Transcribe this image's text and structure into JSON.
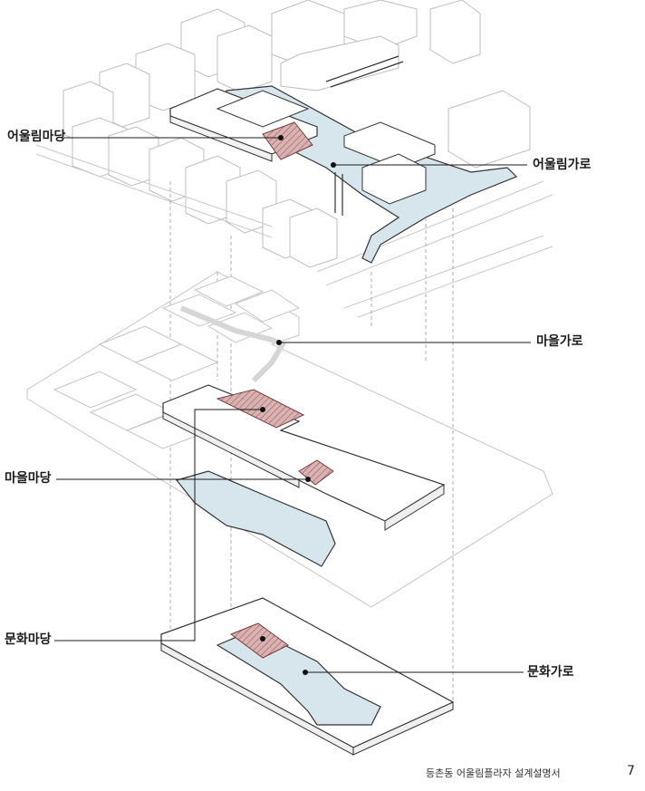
{
  "labels": {
    "eoullim_madang": "어울림마당",
    "eoullim_garo": "어울림가로",
    "maeul_garo": "마을가로",
    "maeul_madang": "마을마당",
    "munhwa_madang": "문화마당",
    "munhwa_garo": "문화가로"
  },
  "footer": {
    "caption": "등촌동 어울림플라자 설계설명서",
    "page_number": "7"
  },
  "colors": {
    "line": "#333333",
    "light_line": "#b5b5b5",
    "street_fill": "#d6e6ec",
    "plaza_fill": "#c79a9a",
    "slab_fill": "#ffffff"
  }
}
